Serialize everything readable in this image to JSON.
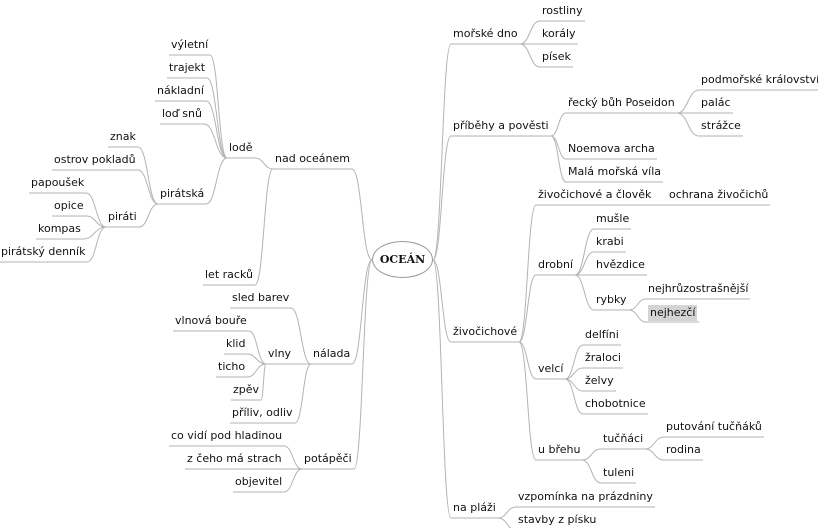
{
  "root": "OCEÁN",
  "labels": {
    "morske_dno": "mořské dno",
    "rostliny": "rostliny",
    "koraly": "korály",
    "pisek": "písek",
    "pribehy": "příběhy a pověsti",
    "poseidon": "řecký bůh Poseidon",
    "podmorske": "podmořské království",
    "palac": "palác",
    "strazce": "strážce",
    "noemova": "Noemova archa",
    "vila": "Malá mořská víla",
    "zivocichove": "živočichové",
    "zivocichove_clovek": "živočichové a člověk",
    "ochrana": "ochrana živočichů",
    "drobni": "drobní",
    "muszle": "mušle",
    "krabi": "krabi",
    "hvezdice": "hvězdice",
    "rybky": "rybky",
    "nejhruzo": "nejhrůzostrašnější",
    "nejhezci": "nejhezčí",
    "velci": "velcí",
    "delfini": "delfíni",
    "zraloci": "žraloci",
    "zelvy": "želvy",
    "chobotnice": "chobotnice",
    "u_brehu": "u břehu",
    "tucnaci": "tučňáci",
    "putovani": "putování tučňáků",
    "rodina": "rodina",
    "tuleni": "tuleni",
    "na_plazi": "na pláži",
    "vzpominka": "vzpomínka na prázdniny",
    "stavby": "stavby z písku",
    "nad_oceanem": "nad oceánem",
    "lode": "lodě",
    "vyletni": "výletní",
    "trajekt": "trajekt",
    "nakladni": "nákladní",
    "lod_snu": "loď snů",
    "piratska": "pirátská",
    "znak": "znak",
    "ostrov": "ostrov pokladů",
    "pirati": "piráti",
    "papousek": "papoušek",
    "opice": "opice",
    "kompas": "kompas",
    "dennik": "pirátský denník",
    "let_racku": "let racků",
    "nalada": "nálada",
    "sled_barev": "sled barev",
    "vlny": "vlny",
    "vlnova_boure": "vlnová bouře",
    "klid": "klid",
    "ticho": "ticho",
    "zpev": "zpěv",
    "priliv": "příliv, odliv",
    "potapeci": "potápěči",
    "co_vidi": "co vidí pod hladinou",
    "z_ceho": "z čeho má strach",
    "objevitel": "objevitel"
  }
}
